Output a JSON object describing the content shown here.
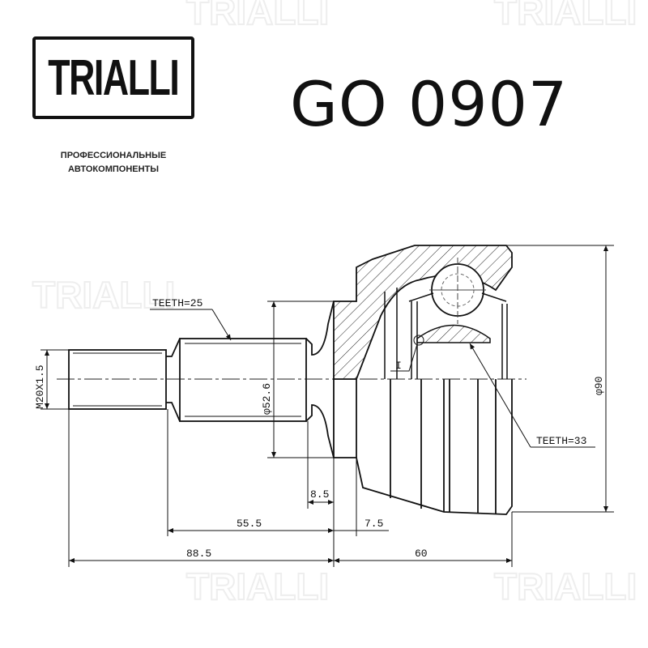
{
  "brand": {
    "logo_text": "TRIALLI",
    "tagline_line1": "ПРОФЕССИОНАЛЬНЫЕ",
    "tagline_line2": "АВТОКОМПОНЕНТЫ"
  },
  "part_number": "GO 0907",
  "drawing": {
    "teeth_outer": "TEETH=25",
    "teeth_inner": "TEETH=33",
    "thread": "M20X1.5",
    "shaft_diameter": "φ52.6",
    "housing_diameter": "φ90",
    "section_mark": "I",
    "dims": {
      "d8_5": "8.5",
      "d55_5": "55.5",
      "d7_5": "7.5",
      "d88_5": "88.5",
      "d60": "60"
    }
  },
  "watermark_text": "TRIALLI"
}
